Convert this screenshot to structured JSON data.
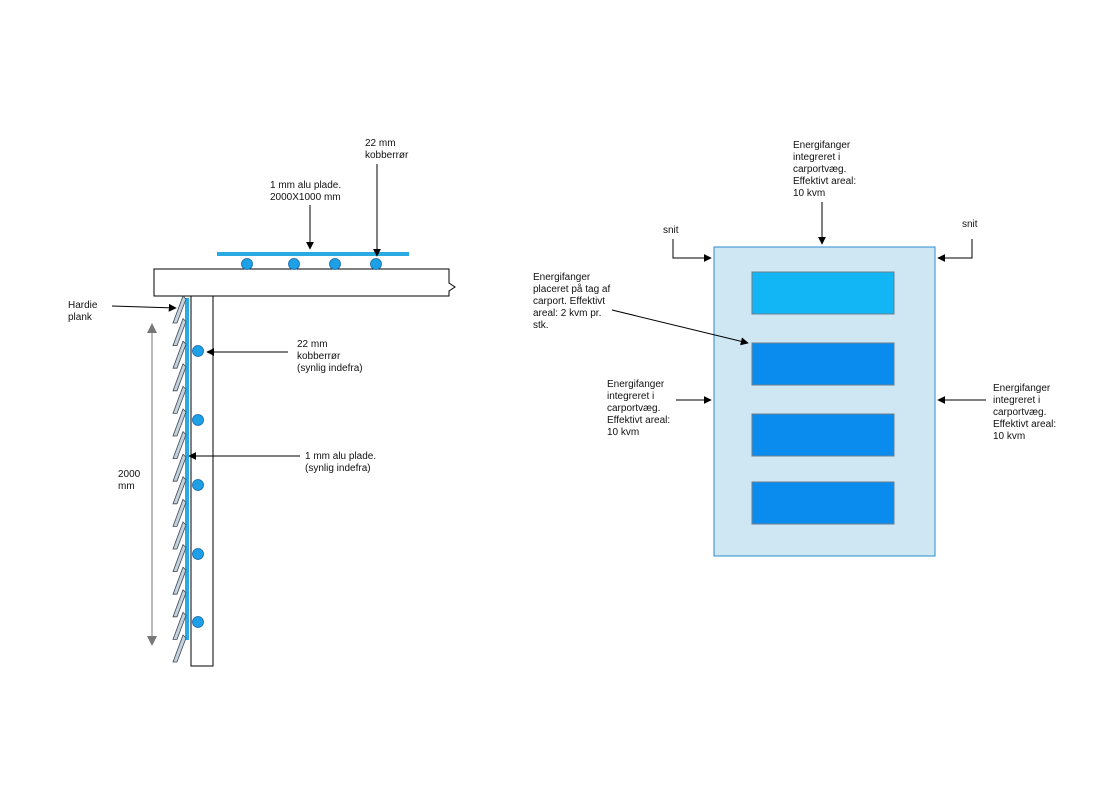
{
  "colors": {
    "plate_blue": "#29abe2",
    "pipe_blue": "#1ea0e6",
    "panel_bg": "#cfe6f3",
    "collector_light": "#12b6f5",
    "collector_dark": "#0a8cee",
    "line": "#000000",
    "plank_fill": "#c5d1dc",
    "dimension_gray": "#777777"
  },
  "left_view": {
    "roof_plate_label": "1 mm alu plade.\n2000X1000 mm",
    "roof_pipe_label": "22 mm\nkobberrør",
    "hardie_label": "Hardie\nplank",
    "wall_pipe_label": "22 mm\nkobberrør\n(synlig indefra)",
    "wall_plate_label": "1 mm alu plade.\n(synlig indefra)",
    "height_label": "2000\nmm"
  },
  "right_view": {
    "top_label": "Energifanger\nintegreret i\ncarportvæg.\nEffektivt areal:\n10 kvm",
    "snit_left_label": "snit",
    "snit_right_label": "snit",
    "roof_label": "Energifanger\nplaceret på tag af\ncarport. Effektivt\nareal: 2 kvm pr.\nstk.",
    "left_wall_label": "Energifanger\nintegreret i\ncarportvæg.\nEffektivt areal:\n10 kvm",
    "right_wall_label": "Energifanger\nintegreret i\ncarportvæg.\nEffektivt areal:\n10 kvm"
  },
  "icons": {
    "arrow": "arrowhead-icon",
    "pipe": "pipe-circle-icon"
  }
}
